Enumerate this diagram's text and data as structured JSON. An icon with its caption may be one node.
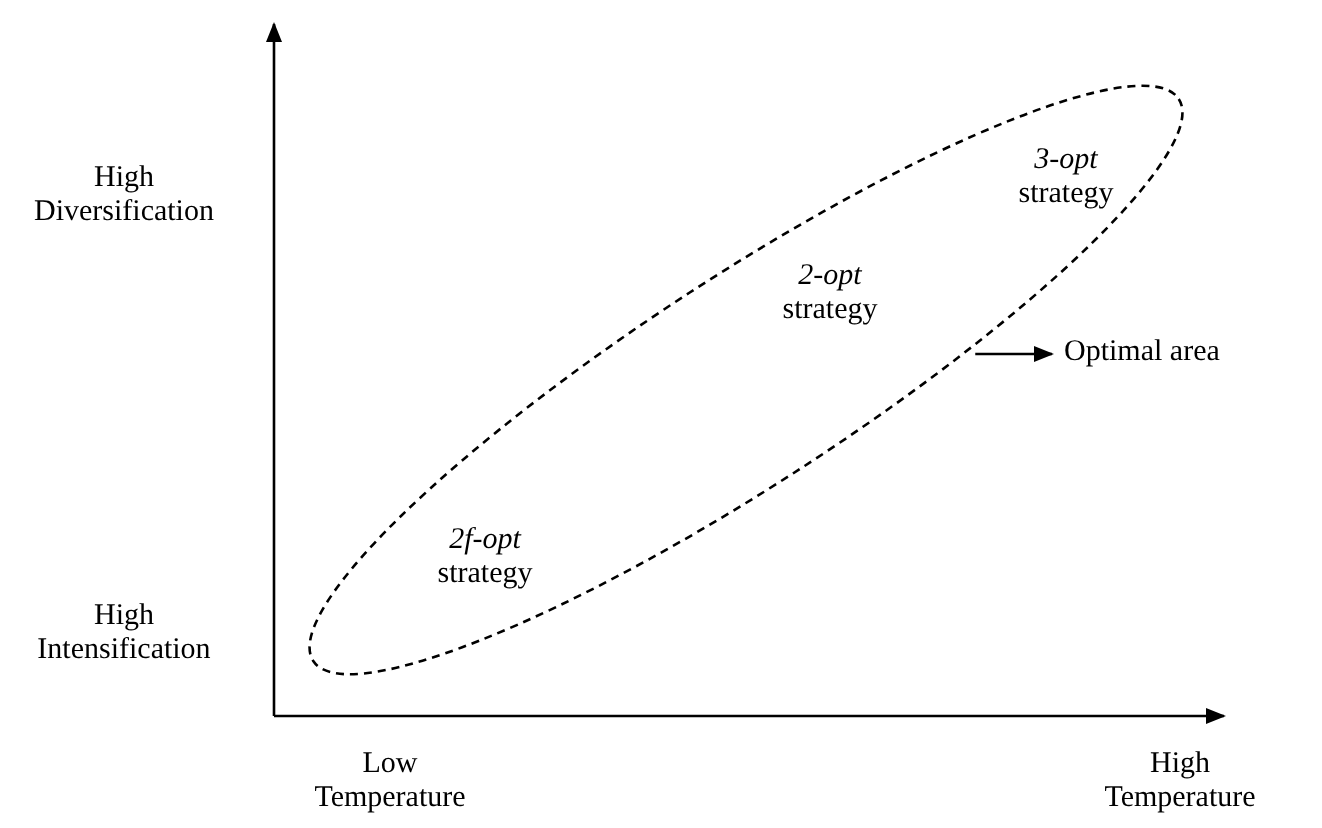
{
  "diagram": {
    "nodes": [
      {
        "text": [],
        "shape": "ellipse"
      },
      {
        "text": [
          "*3-opt* strategy"
        ],
        "in": 0
      },
      {
        "text": [
          "*2-opt* strategy"
        ],
        "in": 0
      },
      {
        "text": [
          "*2f-opt* strategy"
        ],
        "in": 0
      },
      {
        "text": [
          "Optimal area"
        ]
      }
    ],
    "edges": [
      {
        "from": 0,
        "to": 4,
        "arrow": "to"
      }
    ],
    "labels": [
      "High Diversification",
      "High Intensification",
      "Low Temperature",
      "High Temperature"
    ]
  }
}
